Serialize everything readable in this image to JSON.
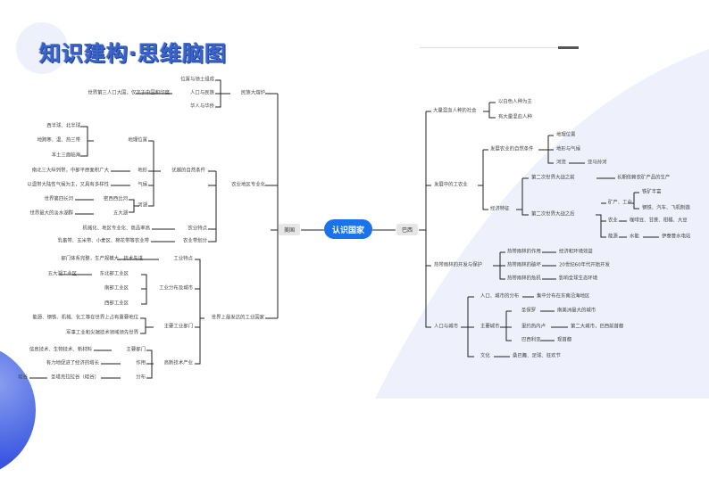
{
  "title": "知识建构·思维脑图",
  "center": "认识国家",
  "usa": {
    "label": "美国",
    "branches": [
      {
        "label": "民族大熔炉",
        "children": [
          {
            "label": "位置与领土组成"
          },
          {
            "label": "人口与民族",
            "detail": "世界第三人口大国，仅次于中国和印度"
          },
          {
            "label": "华人与华侨"
          }
        ]
      },
      {
        "label": "农业地区专业化",
        "children": [
          {
            "label": "优越的自然条件",
            "children": [
              {
                "label": "地理位置",
                "children": [
                  {
                    "label": "西半球、北半球"
                  },
                  {
                    "label": "地跨寒、温、热三带"
                  },
                  {
                    "label": "本土三面临海"
                  }
                ]
              },
              {
                "label": "地形",
                "detail": "南北三大纵列带，中部平原面积广大"
              },
              {
                "label": "气候",
                "detail": "以温带大陆性气候为主，又具有多样性"
              },
              {
                "label": "河湖",
                "children": [
                  {
                    "label": "密西西比河",
                    "detail": "世界第四长河"
                  },
                  {
                    "label": "五大湖",
                    "detail": "世界最大的淡水湖群"
                  }
                ]
              }
            ]
          },
          {
            "label": "农业特点",
            "detail": "机械化、地区专业化、商品率高"
          },
          {
            "label": "农业带划分",
            "detail": "乳畜带、玉米带、小麦区、棉花带等农业带"
          }
        ]
      },
      {
        "label": "世界上最发达的工业国家",
        "children": [
          {
            "label": "工业特点",
            "detail": "部门体系完整，生产规模大，技术先进"
          },
          {
            "label": "工业分布及城市",
            "children": [
              {
                "label": "东北部工业区",
                "detail": "五大湖工业区"
              },
              {
                "label": "南部工业区"
              },
              {
                "label": "西部工业区"
              }
            ]
          },
          {
            "label": "主要工业部门",
            "children": [
              {
                "label": "能源、钢铁、机械、化工等在世界上占有重要地位"
              },
              {
                "label": "军事工业和尖端技术领域领先世界"
              }
            ]
          },
          {
            "label": "高新技术产业",
            "children": [
              {
                "label": "主要部门",
                "detail": "信息技术、生物技术、新材料"
              },
              {
                "label": "作用",
                "detail": "有力地促进了经济的增长"
              },
              {
                "label": "分布",
                "detail": "圣塔克拉拉谷（硅谷）",
                "extra": "硅谷"
              }
            ]
          }
        ]
      }
    ]
  },
  "brazil": {
    "label": "巴西",
    "branches": [
      {
        "label": "大量混血人种的社会",
        "children": [
          {
            "label": "以白色人种为主"
          },
          {
            "label": "有大量混血人种"
          }
        ]
      },
      {
        "label": "发展中的工农业",
        "children": [
          {
            "label": "发展农业的自然条件",
            "children": [
              {
                "label": "地理位置"
              },
              {
                "label": "地形与气候"
              },
              {
                "label": "河流",
                "detail": "亚马孙河"
              }
            ]
          },
          {
            "label": "经济特征",
            "children": [
              {
                "label": "第二次世界大战之前",
                "detail": "长期依赖农矿产品的生产"
              },
              {
                "label": "第二次世界大战之后",
                "children": [
                  {
                    "label": "矿产、工业",
                    "children": [
                      {
                        "label": "铁矿丰富"
                      },
                      {
                        "label": "钢铁、汽车、飞机制造"
                      }
                    ]
                  },
                  {
                    "label": "农业",
                    "detail": "咖啡豆、甘蔗、柑橘、大豆"
                  },
                  {
                    "label": "能源",
                    "detail": "水能",
                    "extra": "伊泰普水电站"
                  }
                ]
              }
            ]
          }
        ]
      },
      {
        "label": "热带雨林的开发与保护",
        "children": [
          {
            "label": "热带雨林的作用",
            "detail": "经济和环境效益"
          },
          {
            "label": "热带雨林的破坏",
            "detail": "20世纪60年代开始开发"
          },
          {
            "label": "热带雨林的危机",
            "detail": "影响全球生态环境"
          }
        ]
      },
      {
        "label": "人口与城市",
        "children": [
          {
            "label": "人口、城市的分布",
            "detail": "集中分布在东南沿海地区"
          },
          {
            "label": "主要城市",
            "children": [
              {
                "label": "圣保罗",
                "detail": "南美洲最大的城市"
              },
              {
                "label": "里约热内卢",
                "detail": "第二大城市，巴西前首都"
              },
              {
                "label": "巴西利亚",
                "detail": "现首都"
              }
            ]
          },
          {
            "label": "文化",
            "detail": "桑巴舞、足球、狂欢节"
          }
        ]
      }
    ]
  }
}
